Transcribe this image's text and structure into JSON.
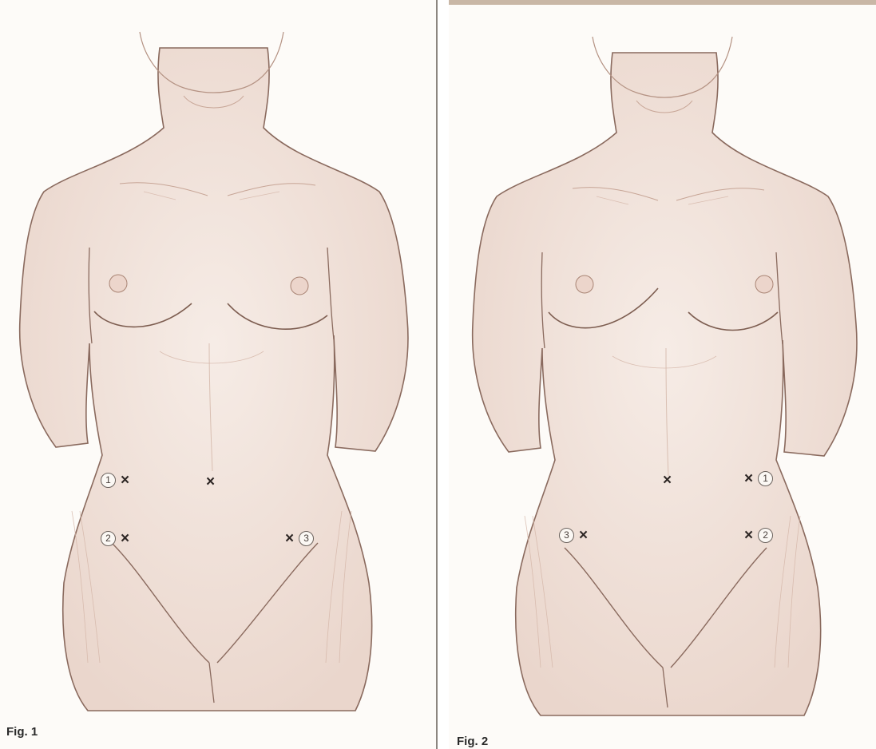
{
  "figures": [
    {
      "caption": "Fig. 1",
      "markers": [
        {
          "number": "1",
          "symbol": "×"
        },
        {
          "number": "2",
          "symbol": "×"
        },
        {
          "number": "3",
          "symbol": "×"
        },
        {
          "number": "",
          "symbol": "×"
        }
      ]
    },
    {
      "caption": "Fig. 2",
      "markers": [
        {
          "number": "1",
          "symbol": "×"
        },
        {
          "number": "2",
          "symbol": "×"
        },
        {
          "number": "3",
          "symbol": "×"
        },
        {
          "number": "",
          "symbol": "×"
        }
      ]
    }
  ],
  "colors": {
    "skin": "#f3e6df",
    "outline": "#8a6a5e",
    "shading": "#c7a596",
    "marker": "#2d2624"
  }
}
